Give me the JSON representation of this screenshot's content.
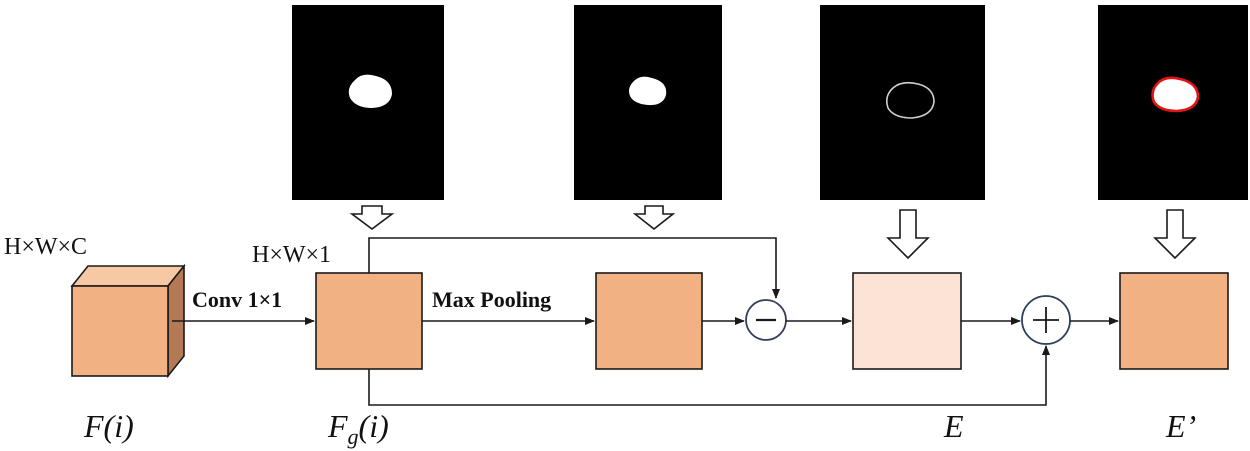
{
  "labels": {
    "input_dims": "H×W×C",
    "gate_dims": "H×W×1",
    "conv_op": "Conv 1×1",
    "pool_op": "Max Pooling",
    "input_var": "F(i)",
    "gate_var_main": "F",
    "gate_var_sub": "g",
    "gate_var_arg": "(i)",
    "edge_var": "E",
    "output_var": "E’",
    "minus_symbol": "−",
    "plus_symbol": "+"
  },
  "colors": {
    "block_fill": "#f2b183",
    "block_side": "#b47a56",
    "block_top": "#f7c8a4",
    "edge_block_fill": "#fce3d5",
    "stroke": "#1a1a1a",
    "operator_stroke": "#2e3f5c",
    "mask_background": "#000000",
    "mask_foreground": "#ffffff",
    "edge_highlight": "#e01414"
  },
  "icons": {
    "down_arrow": "hollow-down-arrow-icon",
    "subtract": "minus-circle-icon",
    "add": "plus-circle-icon"
  }
}
